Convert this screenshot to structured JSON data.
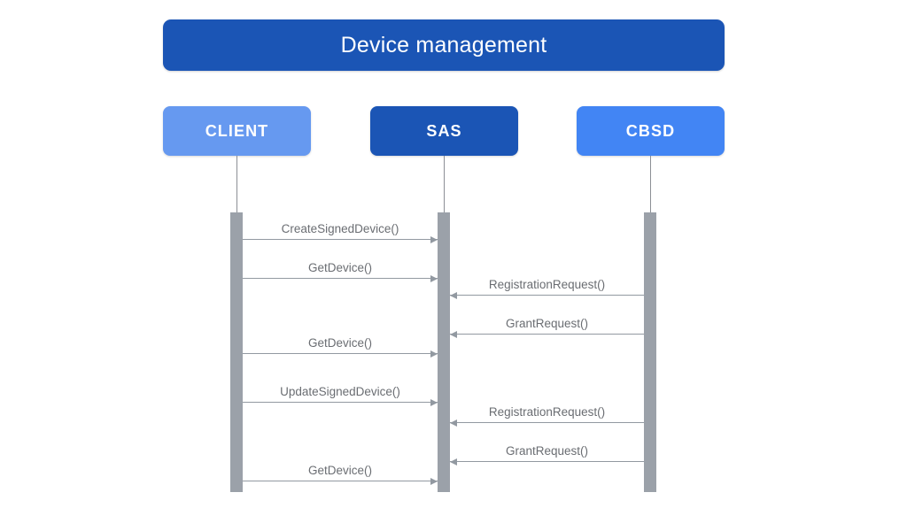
{
  "diagram": {
    "title": "Device management",
    "type": "sequence-diagram",
    "title_bar_color": "#1b55b5",
    "lifeline_color": "#8c8f95",
    "activation_color": "#9ba1a9",
    "message_color": "#9299a1",
    "label_color": "#6a6d72",
    "background": "#ffffff"
  },
  "participants": [
    {
      "id": "client",
      "label": "CLIENT",
      "color": "#6699f0"
    },
    {
      "id": "sas",
      "label": "SAS",
      "color": "#1b55b5"
    },
    {
      "id": "cbsd",
      "label": "CBSD",
      "color": "#4285f4"
    }
  ],
  "messages": [
    {
      "index": 1,
      "label": "CreateSignedDevice()",
      "from": "client",
      "to": "sas",
      "direction": "right"
    },
    {
      "index": 2,
      "label": "GetDevice()",
      "from": "client",
      "to": "sas",
      "direction": "right"
    },
    {
      "index": 3,
      "label": "RegistrationRequest()",
      "from": "cbsd",
      "to": "sas",
      "direction": "left"
    },
    {
      "index": 4,
      "label": "GrantRequest()",
      "from": "cbsd",
      "to": "sas",
      "direction": "left"
    },
    {
      "index": 5,
      "label": "GetDevice()",
      "from": "client",
      "to": "sas",
      "direction": "right"
    },
    {
      "index": 6,
      "label": "UpdateSignedDevice()",
      "from": "client",
      "to": "sas",
      "direction": "right"
    },
    {
      "index": 7,
      "label": "RegistrationRequest()",
      "from": "cbsd",
      "to": "sas",
      "direction": "left"
    },
    {
      "index": 8,
      "label": "GrantRequest()",
      "from": "cbsd",
      "to": "sas",
      "direction": "left"
    },
    {
      "index": 9,
      "label": "GetDevice()",
      "from": "client",
      "to": "sas",
      "direction": "right"
    }
  ]
}
